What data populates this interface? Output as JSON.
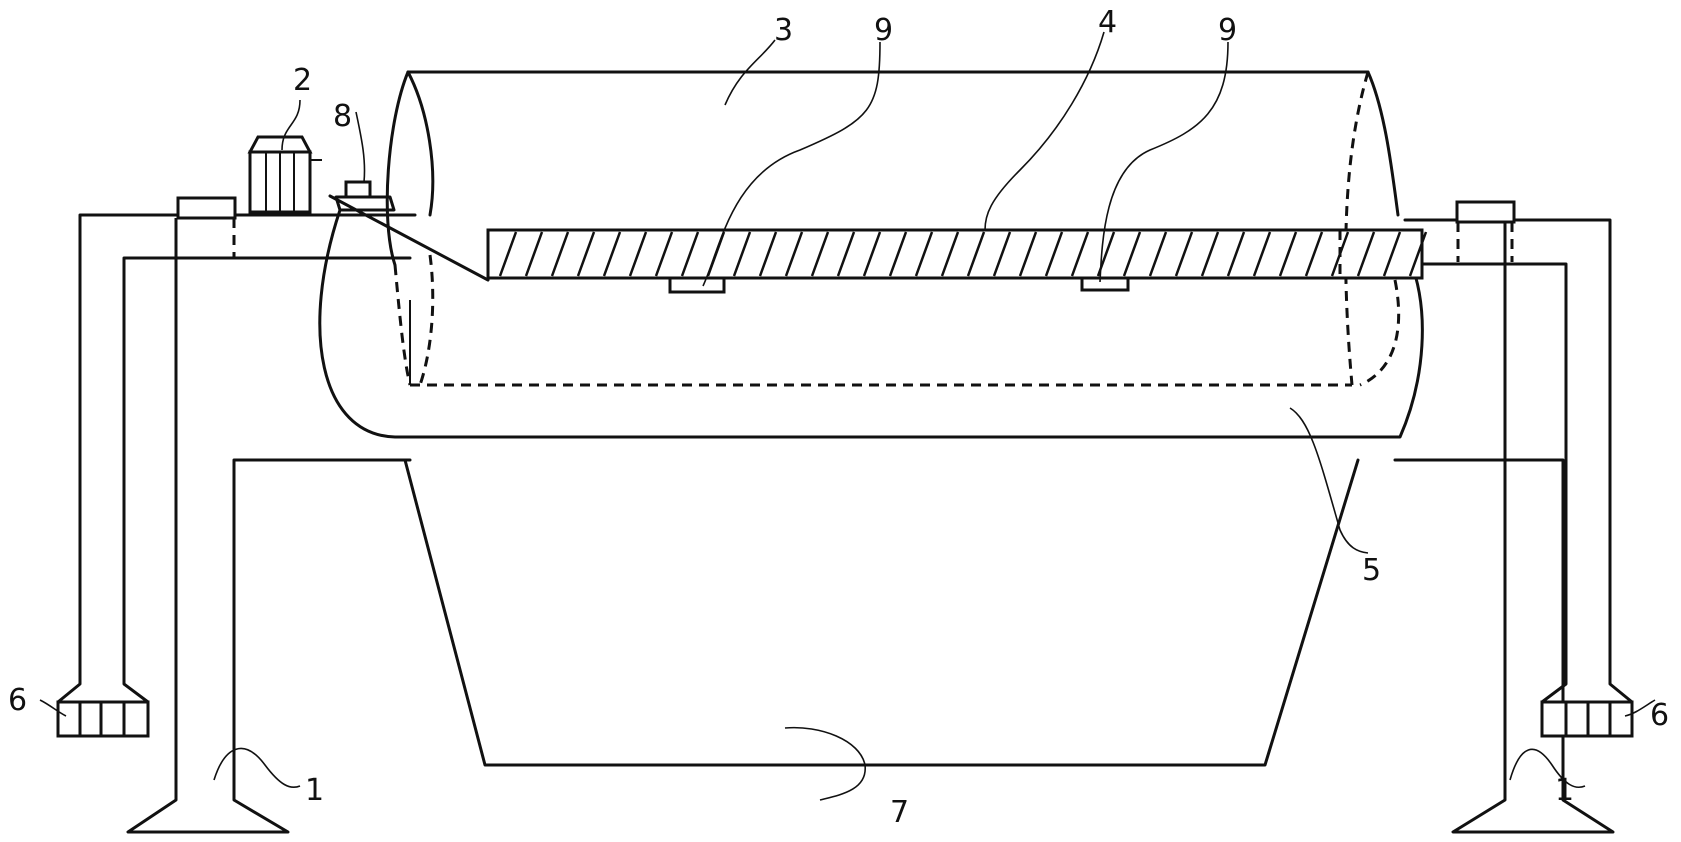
{
  "labels": {
    "leg": "1",
    "motor": "2",
    "drum": "3",
    "screw_shaft": "4",
    "trough": "5",
    "wheel": "6",
    "hopper": "7",
    "sensor": "8",
    "bracket": "9"
  }
}
